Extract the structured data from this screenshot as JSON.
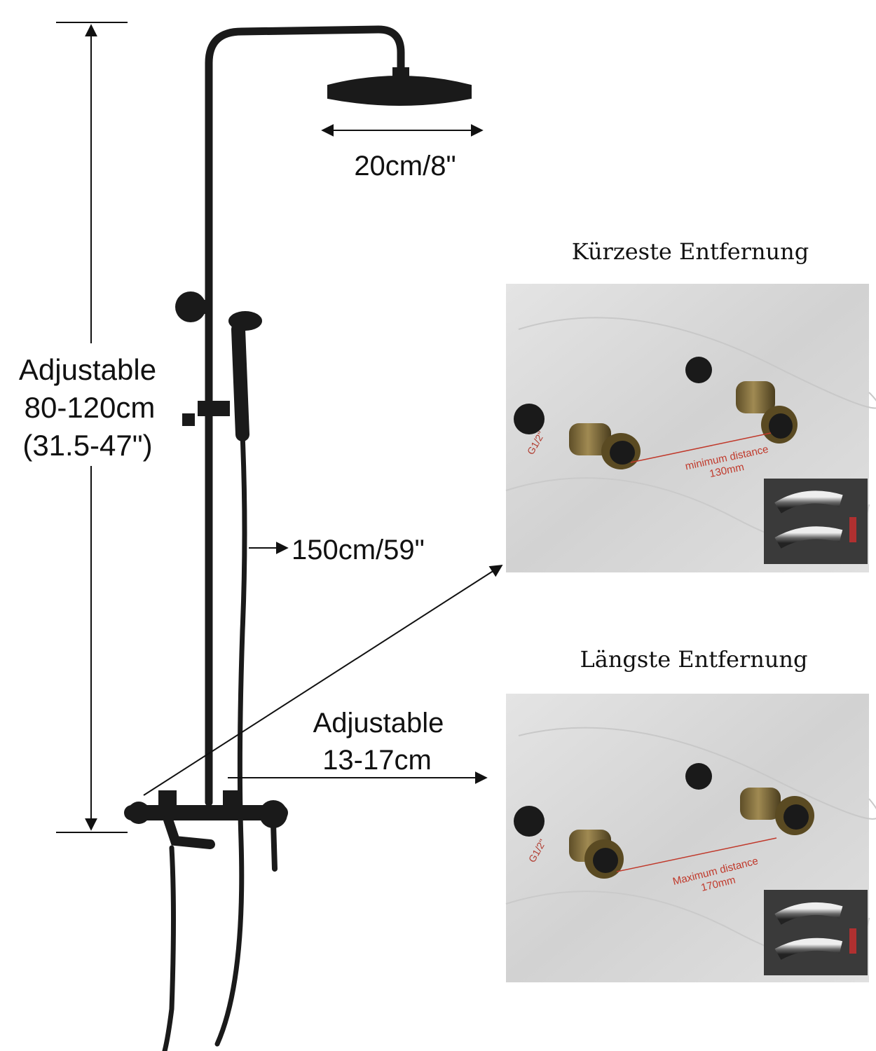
{
  "labels": {
    "head_diameter": "20cm/8\"",
    "height_line1": "Adjustable",
    "height_line2": "80-120cm",
    "height_line3": "(31.5-47\")",
    "hose_length": "150cm/59\"",
    "spacing_line1": "Adjustable",
    "spacing_line2": "13-17cm"
  },
  "panels": [
    {
      "title": "Kürzeste Entfernung",
      "fitting_label": "G1/2\"",
      "distance_line1": "minimum distance",
      "distance_line2": "130mm"
    },
    {
      "title": "Längste Entfernung",
      "fitting_label": "G1/2\"",
      "distance_line1": "Maximum distance",
      "distance_line2": "170mm"
    }
  ],
  "colors": {
    "fixture": "#1a1a1a",
    "brass": "#8a7440",
    "marble": "#dcdcdc",
    "annotation_red": "#c0392b"
  }
}
